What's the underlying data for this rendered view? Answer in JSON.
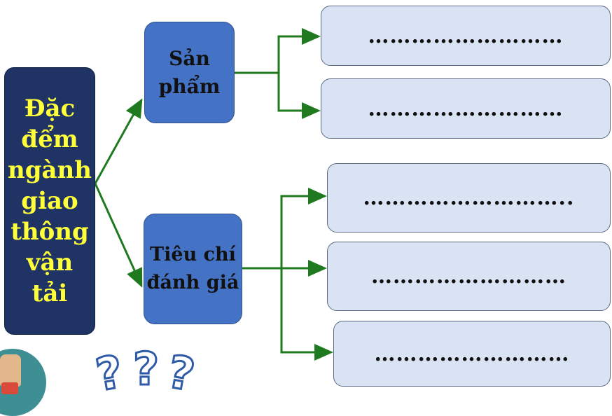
{
  "root": {
    "label": "Đặc\nđểm\nngành\ngiao\nthông\nvận\ntải"
  },
  "branches": [
    {
      "label": "Sản\nphẩm"
    },
    {
      "label": "Tiêu chí\nđánh giá"
    }
  ],
  "leaves": [
    {
      "text": "………………………"
    },
    {
      "text": "………………………"
    },
    {
      "text": "……………………….."
    },
    {
      "text": "………………………"
    },
    {
      "text": "………………………"
    }
  ],
  "decor": {
    "question_marks": [
      "?",
      "?",
      "?"
    ]
  },
  "colors": {
    "root_bg": "#1f3464",
    "root_text": "#ffff3a",
    "branch_bg": "#4472c4",
    "leaf_bg": "#dae3f3",
    "arrow": "#1f7a1f"
  }
}
